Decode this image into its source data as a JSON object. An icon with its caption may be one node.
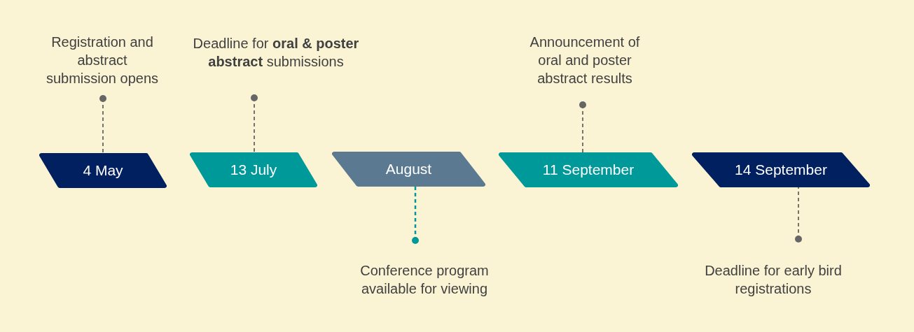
{
  "diagram": {
    "nodes": [
      {
        "text": [
          "Registration and abstract submission opens"
        ]
      },
      {
        "text": [
          "Deadline for **oral & poster abstract** submissions"
        ]
      },
      {
        "text": [
          "Announcement of oral and poster abstract results"
        ]
      },
      {
        "text": [
          "4 May"
        ]
      },
      {
        "text": [
          "13 July"
        ]
      },
      {
        "text": [
          "August"
        ]
      },
      {
        "text": [
          "11 September"
        ]
      },
      {
        "text": [
          "14 September"
        ]
      },
      {
        "text": [
          "Conference program available for viewing"
        ]
      },
      {
        "text": [
          "Deadline for early bird registrations"
        ]
      }
    ],
    "edges": [
      {
        "from": 0,
        "to": 3,
        "arrow": "other",
        "style": "dashed"
      },
      {
        "from": 1,
        "to": 4,
        "arrow": "other",
        "style": "dashed"
      },
      {
        "from": 2,
        "to": 6,
        "arrow": "other",
        "style": "dashed"
      },
      {
        "from": 8,
        "to": 5,
        "arrow": "other",
        "style": "dashed",
        "color": "#009999"
      },
      {
        "from": 9,
        "to": 7,
        "arrow": "other",
        "style": "dashed"
      }
    ]
  }
}
